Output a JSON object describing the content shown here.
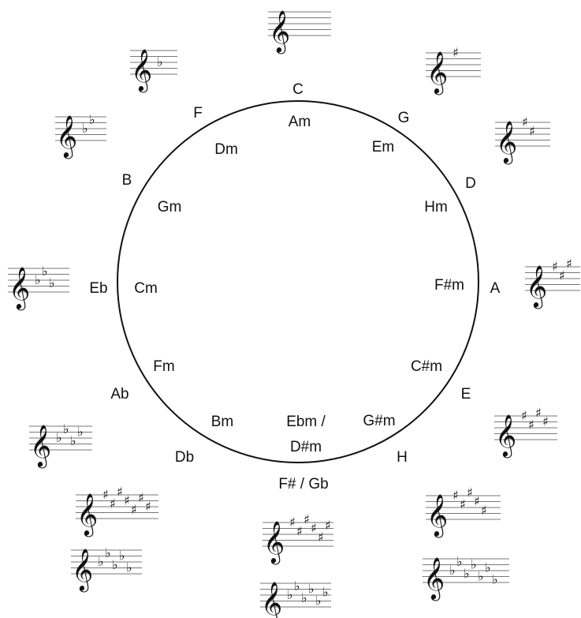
{
  "circle": {
    "major_keys": [
      "C",
      "G",
      "D",
      "A",
      "E",
      "H",
      "F# / Gb",
      "Db",
      "Ab",
      "Eb",
      "B",
      "F"
    ],
    "minor_keys": [
      "Am",
      "Em",
      "Hm",
      "F#m",
      "C#m",
      "G#m",
      "Ebm / D#m",
      "Bm",
      "Fm",
      "Cm",
      "Gm",
      "Dm"
    ]
  },
  "staves": [
    {
      "key": "C",
      "accidental": "none",
      "count": 0
    },
    {
      "key": "G",
      "accidental": "sharp",
      "count": 1
    },
    {
      "key": "D",
      "accidental": "sharp",
      "count": 2
    },
    {
      "key": "A",
      "accidental": "sharp",
      "count": 3
    },
    {
      "key": "E",
      "accidental": "sharp",
      "count": 4
    },
    {
      "key": "H",
      "accidental": "sharp",
      "count": 5
    },
    {
      "key": "H",
      "accidental": "flat",
      "count": 7
    },
    {
      "key": "F#",
      "accidental": "sharp",
      "count": 6
    },
    {
      "key": "Gb",
      "accidental": "flat",
      "count": 6
    },
    {
      "key": "Db",
      "accidental": "sharp",
      "count": 7
    },
    {
      "key": "Db",
      "accidental": "flat",
      "count": 5
    },
    {
      "key": "Ab",
      "accidental": "flat",
      "count": 4
    },
    {
      "key": "Eb",
      "accidental": "flat",
      "count": 3
    },
    {
      "key": "B",
      "accidental": "flat",
      "count": 2
    },
    {
      "key": "F",
      "accidental": "flat",
      "count": 1
    }
  ],
  "glyphs": {
    "clef": "𝄞",
    "sharp": "♯",
    "flat": "♭"
  }
}
